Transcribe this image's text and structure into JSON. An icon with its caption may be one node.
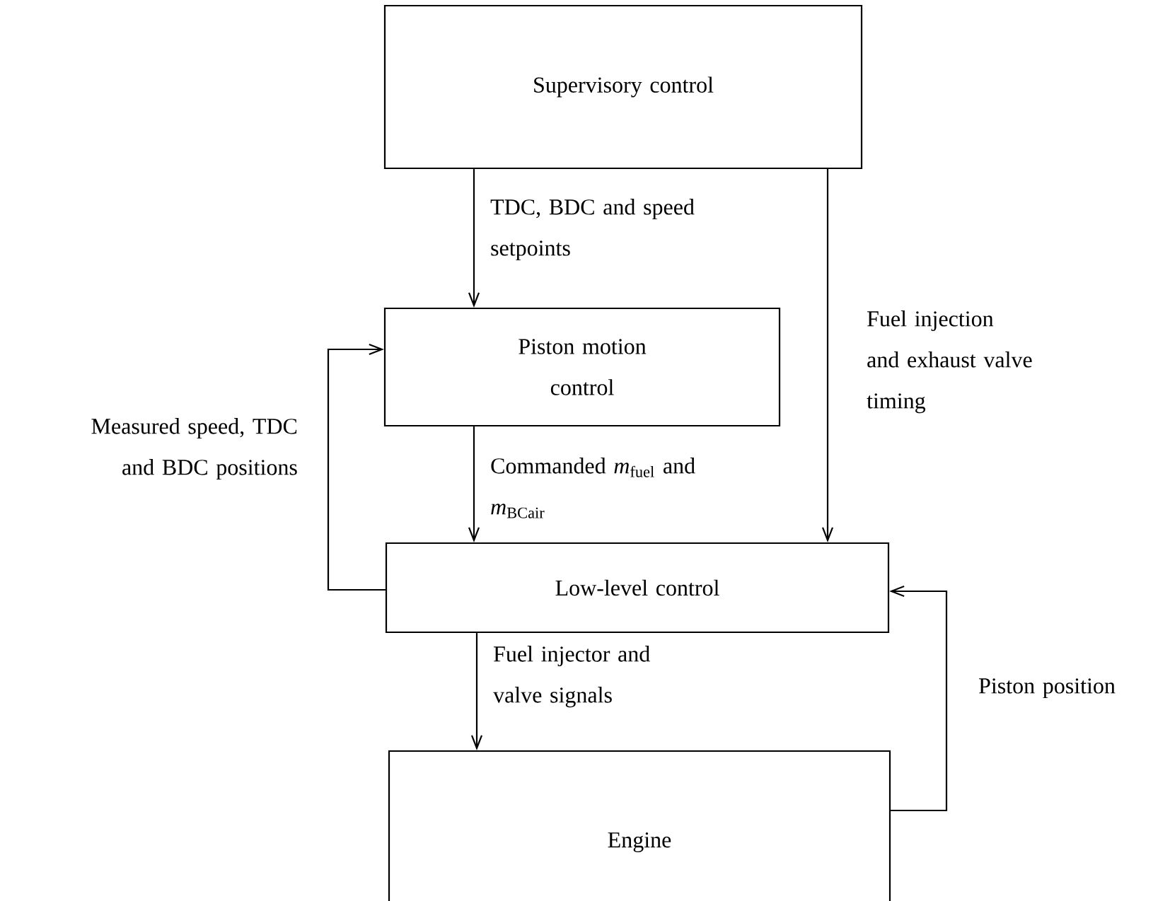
{
  "diagram": {
    "nodes": [
      {
        "text": [
          "Supervisory control"
        ]
      },
      {
        "text": [
          "Piston motion control"
        ]
      },
      {
        "text": [
          "Low-level control"
        ]
      },
      {
        "text": [
          "Engine"
        ]
      }
    ],
    "edges": [
      {
        "from": 0,
        "to": 1,
        "arrow": "to",
        "label": "TDC, BDC and speed setpoints"
      },
      {
        "from": 0,
        "to": 2,
        "arrow": "to",
        "label": "Fuel injection and exhaust valve timing"
      },
      {
        "from": 1,
        "to": 2,
        "arrow": "to",
        "label": "Commanded *m*$_{fuel}$ and *m*$_{BCair}$"
      },
      {
        "from": 2,
        "to": 1,
        "arrow": "to",
        "label": "Measured speed, TDC and BDC positions"
      },
      {
        "from": 2,
        "to": 3,
        "arrow": "to",
        "label": "Fuel injector and valve signals"
      },
      {
        "from": 3,
        "to": 2,
        "arrow": "to",
        "label": "Piston position"
      }
    ]
  }
}
